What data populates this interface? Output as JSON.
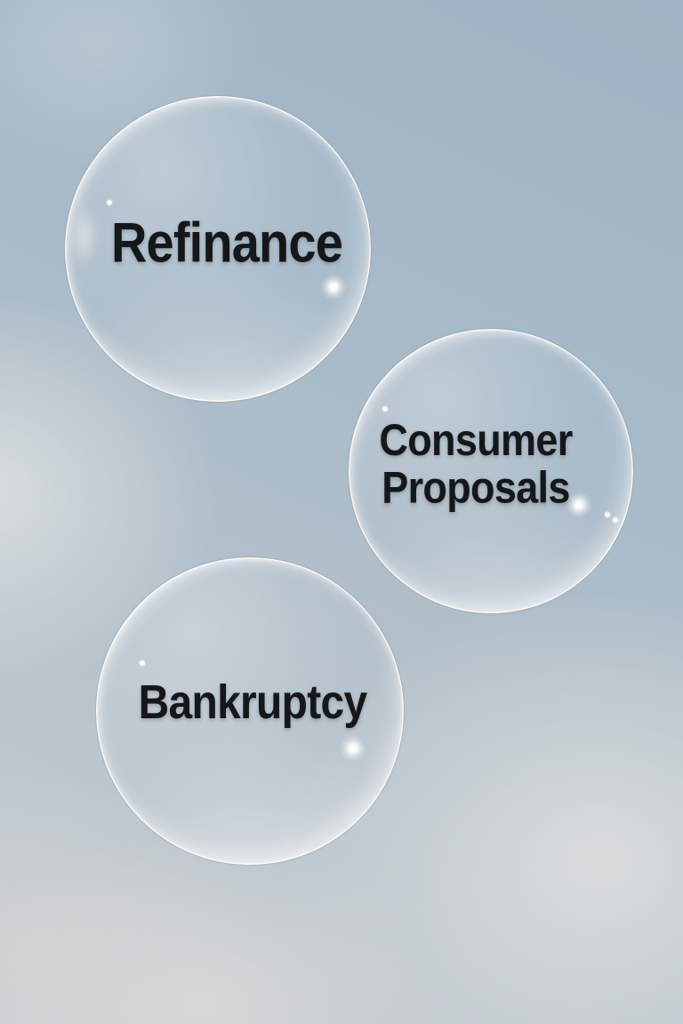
{
  "scene": {
    "alt": "Three transparent soap bubbles floating in a soft blue sky with faint clouds"
  },
  "bubbles": [
    {
      "id": "refinance",
      "label": "Refinance",
      "lines": [
        "Refinance"
      ]
    },
    {
      "id": "consumer-proposals",
      "label": "Consumer Proposals",
      "lines": [
        "Consumer",
        "Proposals"
      ]
    },
    {
      "id": "bankruptcy",
      "label": "Bankruptcy",
      "lines": [
        "Bankruptcy"
      ]
    }
  ],
  "colors": {
    "sky_top": "#9fb3c4",
    "sky_bottom": "#c9cfd3",
    "clouds": "#e0e3e2",
    "text": "#15171a",
    "bubble_rim": "#ffffff"
  }
}
